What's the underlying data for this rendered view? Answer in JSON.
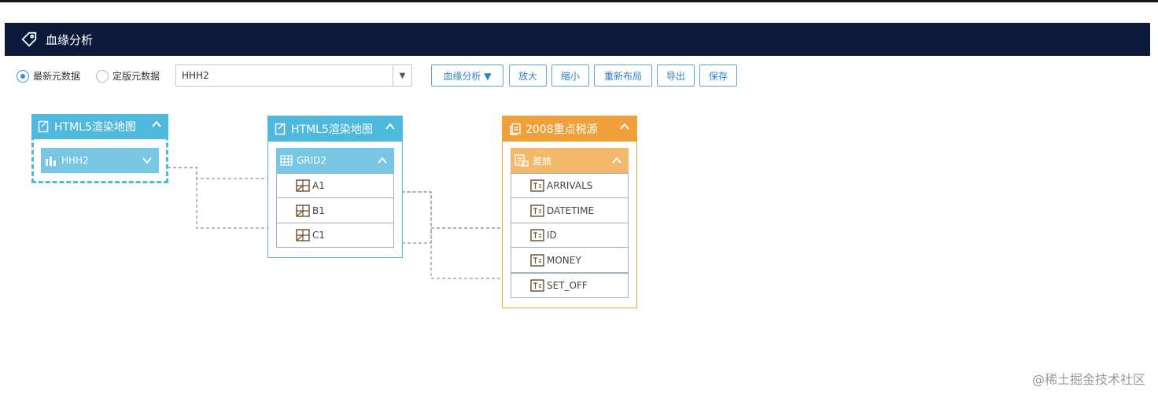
{
  "header": {
    "title": "血缘分析",
    "icon": "tag-icon"
  },
  "toolbar": {
    "radio_latest": "最新元数据",
    "radio_fixed": "定版元数据",
    "selected_radio": "最新元数据",
    "combo_value": "HHH2",
    "buttons": {
      "analysis": "血缘分析 ▼",
      "zoom_in": "放大",
      "zoom_out": "缩小",
      "relayout": "重新布局",
      "export": "导出",
      "save": "保存"
    }
  },
  "nodes": {
    "node1": {
      "title": "HTML5渲染地图",
      "sub": "HHH2",
      "color": "#4fb8dd"
    },
    "node2": {
      "title": "HTML5渲染地图",
      "sub": "GRID2",
      "fields": [
        "A1",
        "B1",
        "C1"
      ],
      "color": "#4fb8dd"
    },
    "node3": {
      "title": "2008重点税源",
      "sub": "差旅",
      "fields": [
        "ARRIVALS",
        "DATETIME",
        "ID",
        "MONEY",
        "SET_OFF"
      ],
      "color": "#f0a03a"
    }
  },
  "watermark": "@稀土掘金技术社区"
}
